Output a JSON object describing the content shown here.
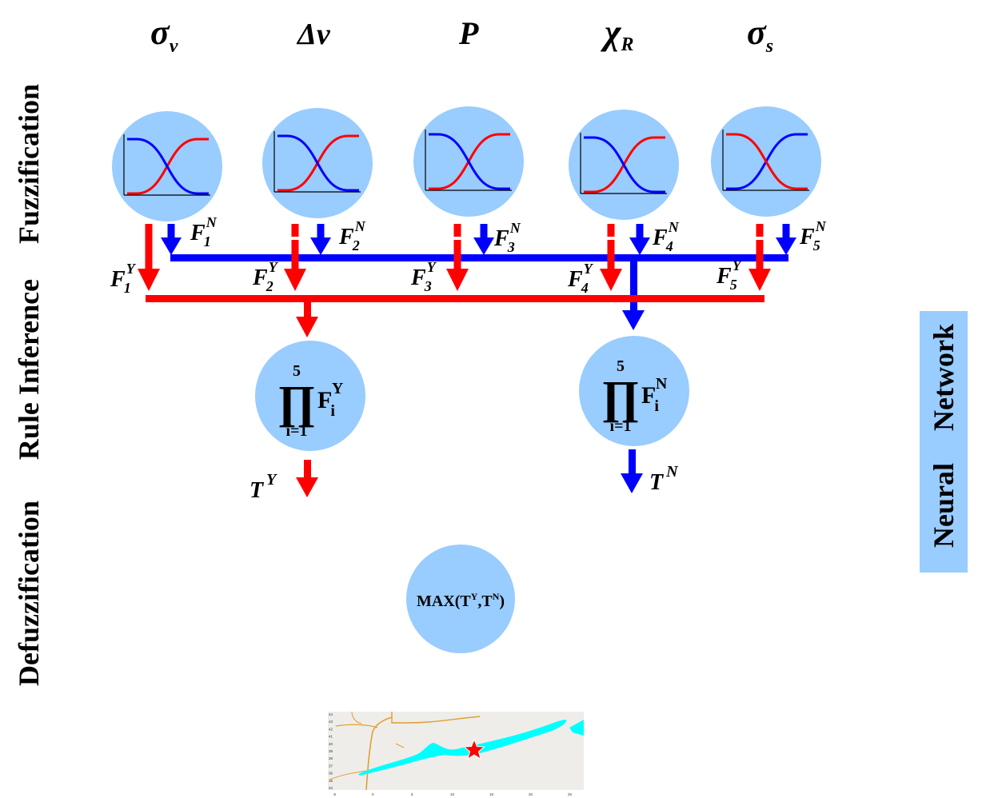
{
  "headers": [
    {
      "main": "σ",
      "sub": "v"
    },
    {
      "main": "Δv",
      "sub": ""
    },
    {
      "main": "P",
      "sub": ""
    },
    {
      "main": "χ",
      "sub": "R"
    },
    {
      "main": "σ",
      "sub": "s"
    }
  ],
  "stages": {
    "fuzzification": "Fuzzification",
    "rule_inference": "Rule Inference",
    "defuzzification": "Defuzzification"
  },
  "side_panel": {
    "word1": "Neural",
    "word2": "Network",
    "color": "#99ccff"
  },
  "colors": {
    "yes": "#ff0000",
    "no": "#0000ff",
    "node_fill": "#99ccff"
  },
  "membership_plots": [
    {
      "top_line": "blue",
      "falling": "blue"
    },
    {
      "top_line": "blue",
      "falling": "blue"
    },
    {
      "top_line": "blue",
      "falling": "blue"
    },
    {
      "top_line": "blue",
      "falling": "blue"
    },
    {
      "top_line": "red",
      "falling": "red"
    }
  ],
  "feature_labels": {
    "no": [
      {
        "main": "F",
        "sub": "1",
        "sup": "N"
      },
      {
        "main": "F",
        "sub": "2",
        "sup": "N"
      },
      {
        "main": "F",
        "sub": "3",
        "sup": "N"
      },
      {
        "main": "F",
        "sub": "4",
        "sup": "N"
      },
      {
        "main": "F",
        "sub": "5",
        "sup": "N"
      }
    ],
    "yes": [
      {
        "main": "F",
        "sub": "1",
        "sup": "Y"
      },
      {
        "main": "F",
        "sub": "2",
        "sup": "Y"
      },
      {
        "main": "F",
        "sub": "3",
        "sup": "Y"
      },
      {
        "main": "F",
        "sub": "4",
        "sup": "Y"
      },
      {
        "main": "F",
        "sub": "5",
        "sup": "Y"
      }
    ]
  },
  "product_nodes": {
    "yes": {
      "upper": "5",
      "lower": "i=1",
      "operator": "∏",
      "term": "F",
      "term_sub": "i",
      "term_sup": "Y"
    },
    "no": {
      "upper": "5",
      "lower": "i=1",
      "operator": "∏",
      "term": "F",
      "term_sub": "i",
      "term_sup": "N"
    }
  },
  "outputs": {
    "yes": {
      "main": "T",
      "sup": "Y"
    },
    "no": {
      "main": "T",
      "sup": "N"
    }
  },
  "defuzz": {
    "prefix": "MAX(T",
    "sup1": "Y",
    "comma": ",T",
    "sup2": "N",
    "suffix": ")"
  },
  "map_inset": {
    "y_ticks": [
      "44",
      "43",
      "42",
      "41",
      "40",
      "39",
      "38",
      "37",
      "36",
      "35",
      "34"
    ],
    "x_ticks": [
      "-5",
      "0",
      "5",
      "10",
      "15",
      "20",
      "25"
    ],
    "background": "#efede9",
    "track_color": "#00ffff",
    "road_color": "#e0a030",
    "star_color": "#ff0000"
  }
}
